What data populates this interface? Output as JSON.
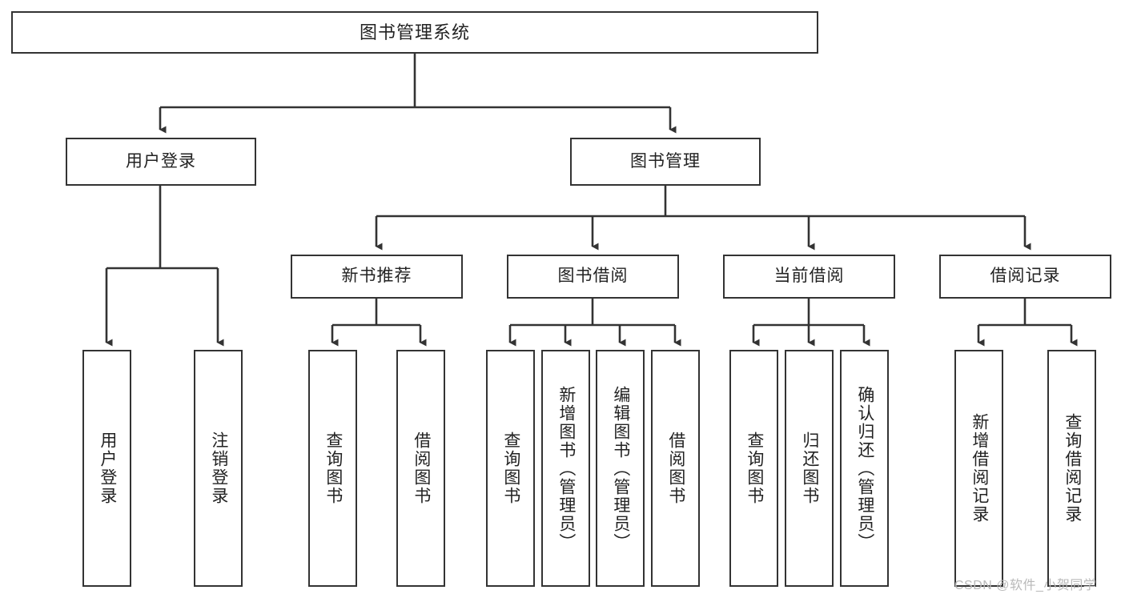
{
  "diagram": {
    "title": "图书管理系统",
    "type": "tree-hierarchy-chart",
    "root": {
      "label": "图书管理系统"
    },
    "level2": [
      {
        "label": "用户登录"
      },
      {
        "label": "图书管理"
      }
    ],
    "level3": [
      {
        "label": "新书推荐"
      },
      {
        "label": "图书借阅"
      },
      {
        "label": "当前借阅"
      },
      {
        "label": "借阅记录"
      }
    ],
    "leaves_user_login": [
      {
        "label": "用户登录"
      },
      {
        "label": "注销登录"
      }
    ],
    "leaves_new_book": [
      {
        "label": "查询图书"
      },
      {
        "label": "借阅图书"
      }
    ],
    "leaves_borrow": [
      {
        "label": "查询图书"
      },
      {
        "label": "新增图书（管理员）"
      },
      {
        "label": "编辑图书（管理员）"
      },
      {
        "label": "借阅图书"
      }
    ],
    "leaves_current": [
      {
        "label": "查询图书"
      },
      {
        "label": "归还图书"
      },
      {
        "label": "确认归还（管理员）"
      }
    ],
    "leaves_record": [
      {
        "label": "新增借阅记录"
      },
      {
        "label": "查询借阅记录"
      }
    ]
  },
  "watermark": {
    "text": "CSDN @软件_小贺同学"
  },
  "colors": {
    "stroke": "#333333",
    "background": "#ffffff",
    "text": "#222222",
    "watermark": "#b9b9b9"
  }
}
